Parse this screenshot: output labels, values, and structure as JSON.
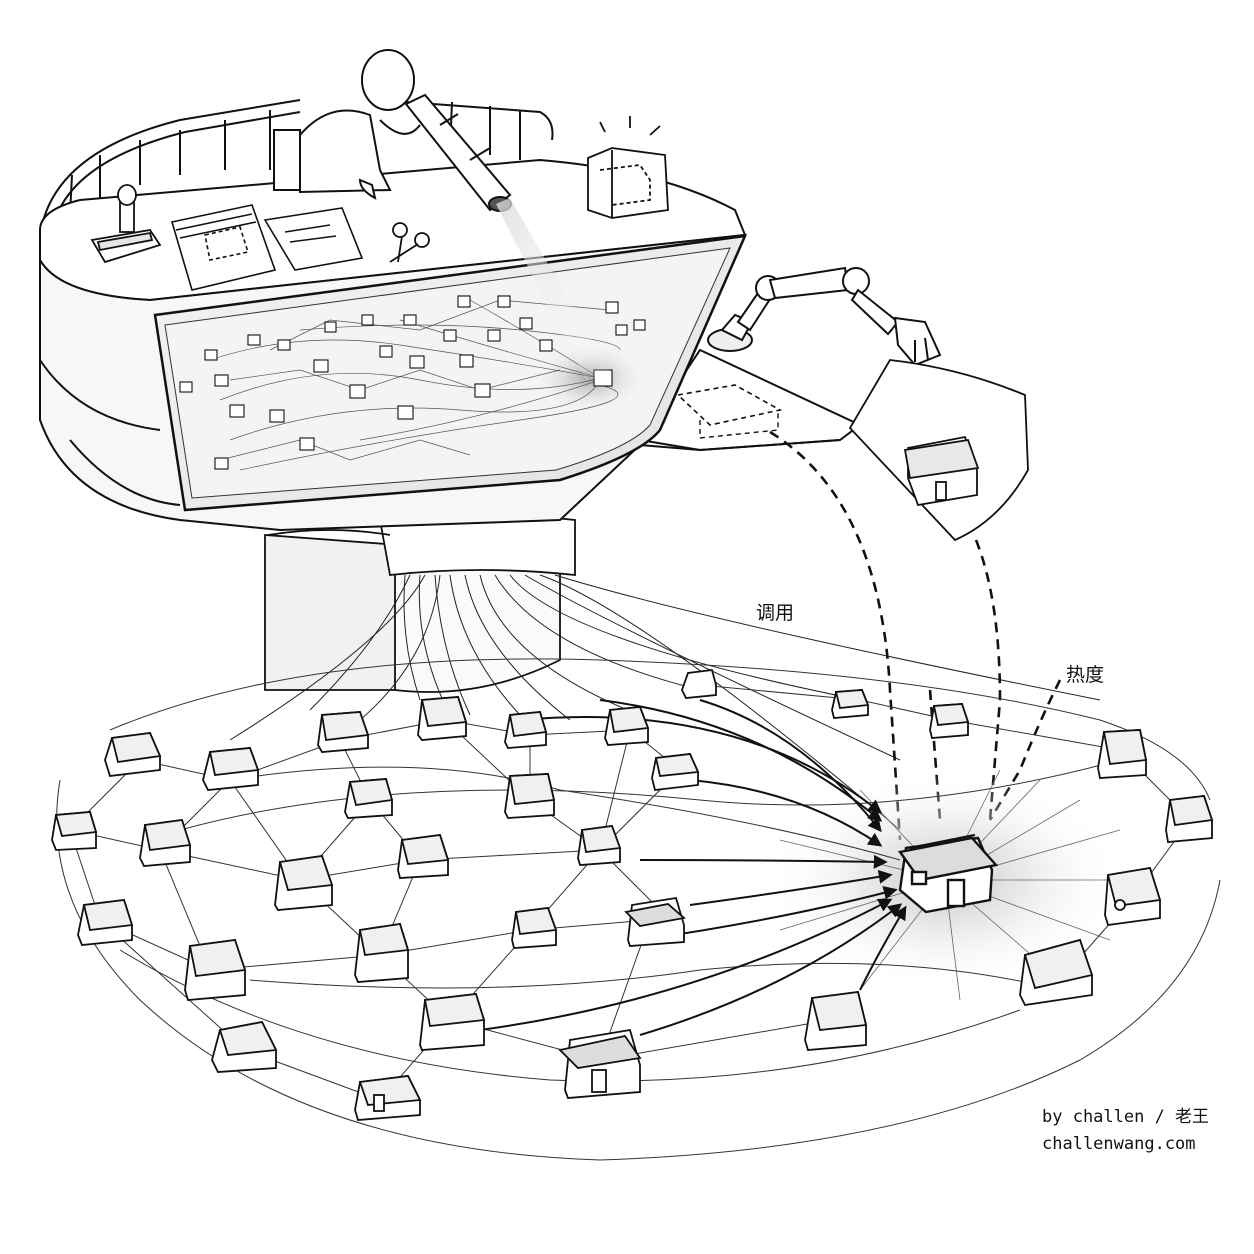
{
  "labels": {
    "invoke": "调用",
    "heat": "热度"
  },
  "credit": {
    "author": "by challen / 老王",
    "site": "challenwang.com"
  },
  "colors": {
    "ink": "#111111",
    "paper": "#ffffff",
    "shade": "#cfcfcf"
  }
}
